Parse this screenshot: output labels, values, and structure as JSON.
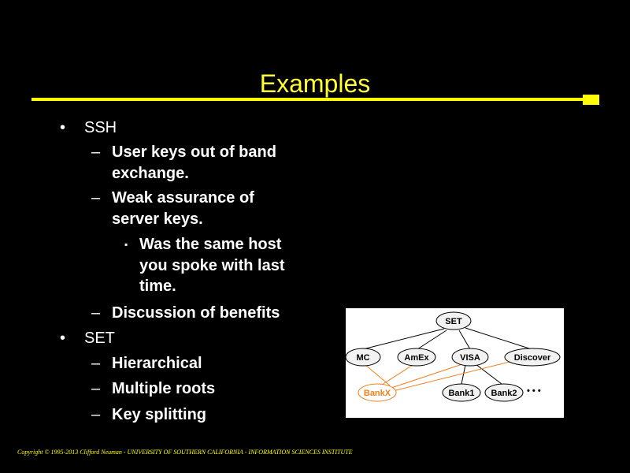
{
  "slide": {
    "title": "Examples",
    "bullets": [
      {
        "label": "SSH",
        "subitems": [
          {
            "lines": [
              "User keys out of band",
              "exchange."
            ]
          },
          {
            "lines": [
              "Weak assurance of",
              "server keys."
            ],
            "subitems": [
              {
                "lines": [
                  "Was the same host",
                  "you spoke with last",
                  "time."
                ]
              }
            ]
          },
          {
            "lines": [
              "Discussion of benefits"
            ]
          }
        ]
      },
      {
        "label": "SET",
        "subitems": [
          {
            "lines": [
              "Hierarchical"
            ]
          },
          {
            "lines": [
              "Multiple roots"
            ]
          },
          {
            "lines": [
              "Key splitting"
            ]
          }
        ]
      }
    ],
    "diagram": {
      "nodes": {
        "set": "SET",
        "mc": "MC",
        "amex": "AmEx",
        "visa": "VISA",
        "discover": "Discover",
        "bankx": "BankX",
        "bank1": "Bank1",
        "bank2": "Bank2",
        "ellipsis": "• • •"
      },
      "colors": {
        "normal": "#000000",
        "highlight": "#f07f1c",
        "node_fill": "#f2f2f2"
      }
    },
    "footer": "Copyright © 1995-2013 Clifford Neuman - UNIVERSITY OF SOUTHERN CALIFORNIA - INFORMATION SCIENCES INSTITUTE",
    "colors": {
      "background": "#000000",
      "title": "#ffff33",
      "rule": "#ffff00",
      "text": "#ffffff"
    }
  }
}
